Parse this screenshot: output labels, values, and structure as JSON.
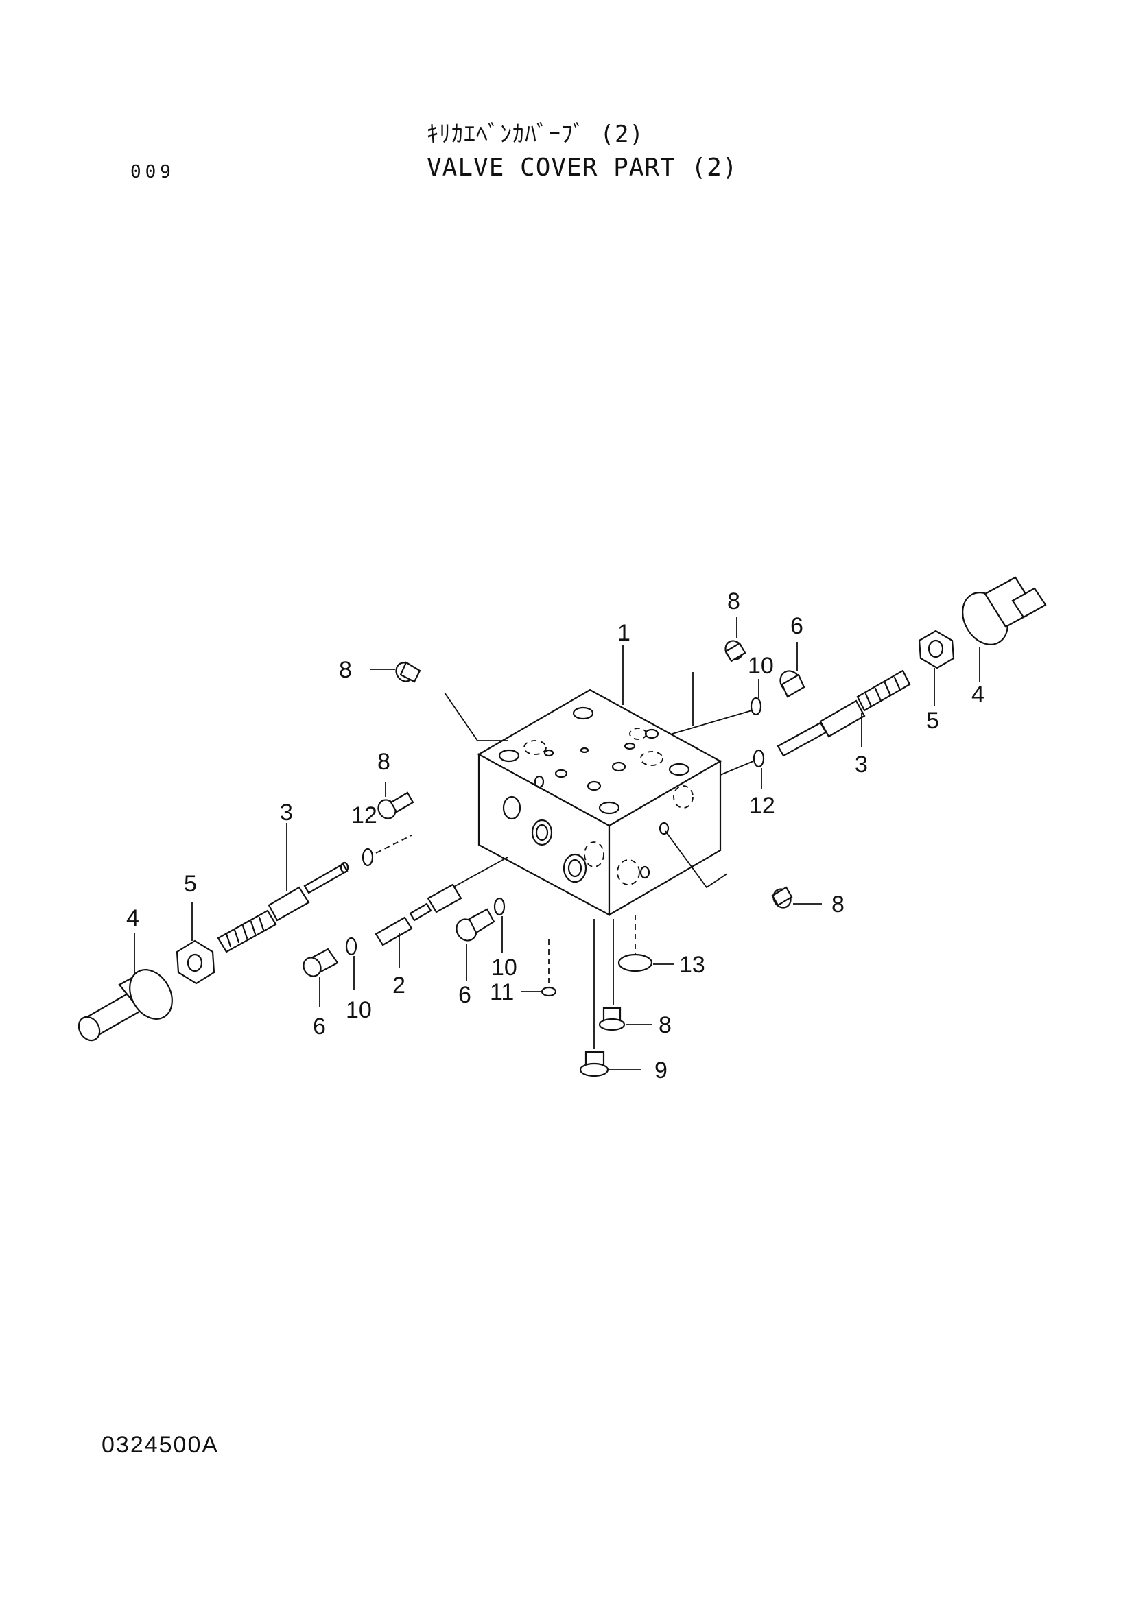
{
  "header": {
    "title_jp": "ｷﾘｶｴﾍﾞﾝｶﾊﾞｰﾌﾞ (2)",
    "title_en": "VALVE COVER PART (2)",
    "page_number": "009"
  },
  "footer": {
    "drawing_number": "0324500A"
  },
  "callouts": {
    "c1": "1",
    "c2": "2",
    "c3_left": "3",
    "c3_right": "3",
    "c4_left": "4",
    "c4_right": "4",
    "c5_left": "5",
    "c5_right": "5",
    "c6_top": "6",
    "c6_left": "6",
    "c6_mid": "6",
    "c8_top": "8",
    "c8_topleft": "8",
    "c8_left": "8",
    "c8_right": "8",
    "c8_bottom": "8",
    "c9": "9",
    "c10_top": "10",
    "c10_left": "10",
    "c10_mid": "10",
    "c11": "11",
    "c12_left": "12",
    "c12_right": "12",
    "c13": "13"
  }
}
